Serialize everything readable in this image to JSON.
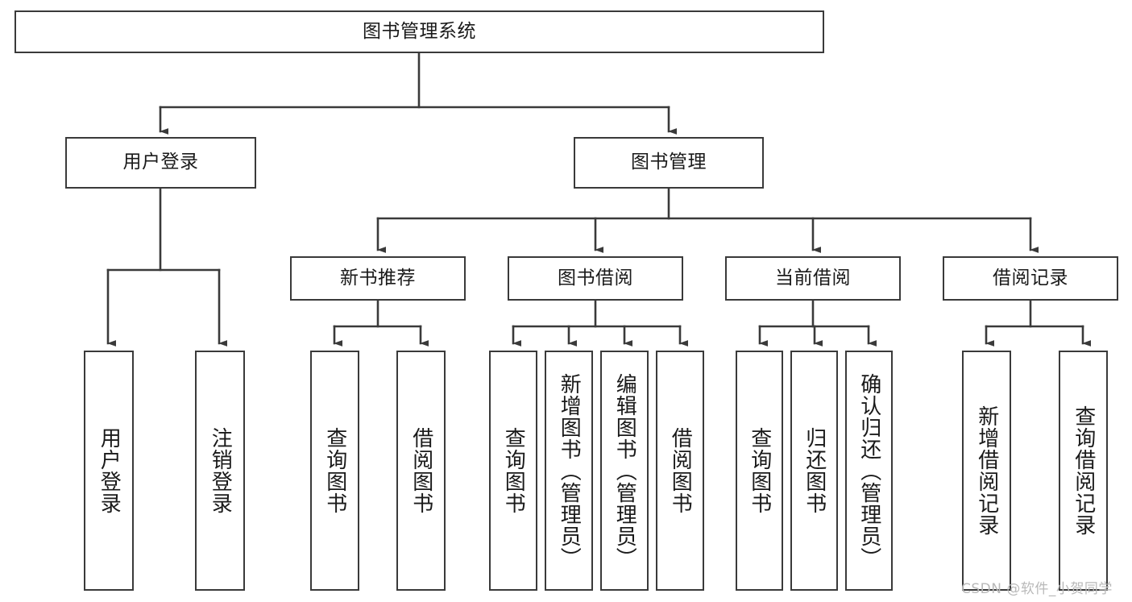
{
  "diagram": {
    "title": "图书管理系统",
    "type": "hierarchy-tree",
    "watermark": "CSDN @软件_小贺同学",
    "colors": {
      "box_border": "#3a3a3a",
      "box_fill": "#ffffff",
      "connector": "#3a3a3a",
      "text": "#1a1a1a",
      "watermark": "#b9b9b9",
      "background": "#ffffff"
    },
    "root": {
      "label": "图书管理系统"
    },
    "level1": [
      {
        "label": "用户登录"
      },
      {
        "label": "图书管理"
      }
    ],
    "level2": [
      {
        "label": "新书推荐"
      },
      {
        "label": "图书借阅"
      },
      {
        "label": "当前借阅"
      },
      {
        "label": "借阅记录"
      }
    ],
    "leaves": {
      "user_login": [
        {
          "label": "用户登录"
        },
        {
          "label": "注销登录"
        }
      ],
      "new_book_recommend": [
        {
          "label": "查询图书"
        },
        {
          "label": "借阅图书"
        }
      ],
      "book_borrow": [
        {
          "label": "查询图书"
        },
        {
          "label": "新增图书（管理员）"
        },
        {
          "label": "编辑图书（管理员）"
        },
        {
          "label": "借阅图书"
        }
      ],
      "current_borrow": [
        {
          "label": "查询图书"
        },
        {
          "label": "归还图书"
        },
        {
          "label": "确认归还（管理员）"
        }
      ],
      "borrow_record": [
        {
          "label": "新增借阅记录"
        },
        {
          "label": "查询借阅记录"
        }
      ]
    }
  }
}
